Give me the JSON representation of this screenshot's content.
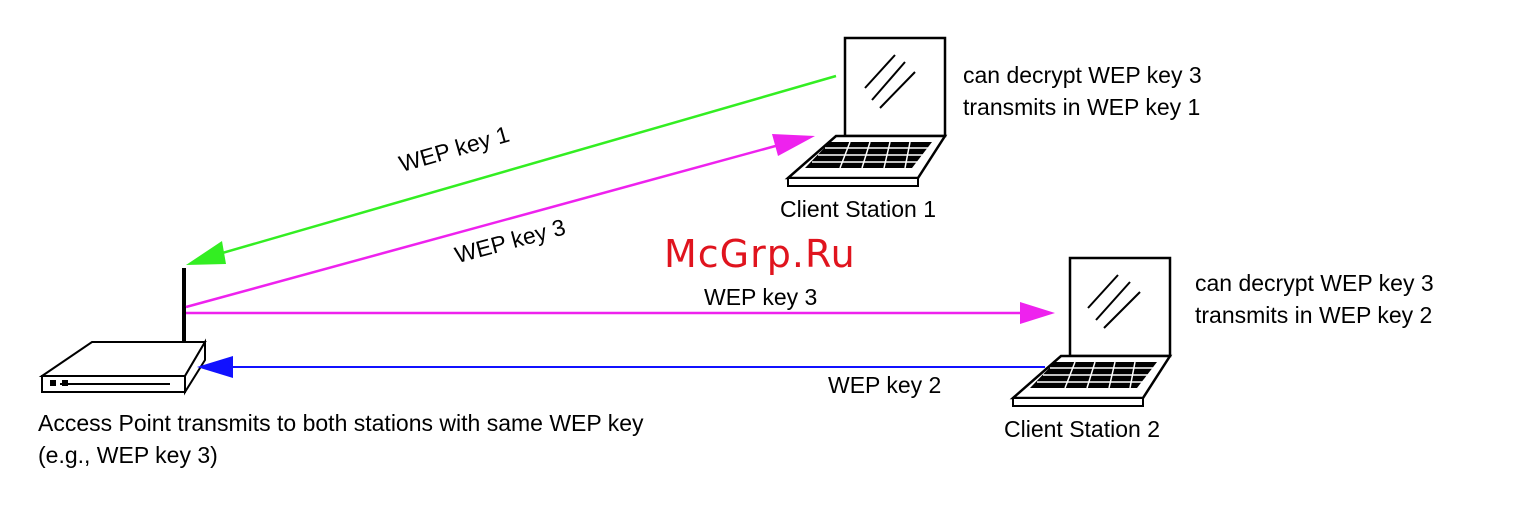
{
  "access_point": {
    "caption_line1": "Access Point transmits to both stations with same WEP key",
    "caption_line2": "(e.g., WEP key 3)"
  },
  "station1": {
    "name": "Client Station 1",
    "note_line1": "can decrypt WEP key 3",
    "note_line2": "transmits in WEP key 1"
  },
  "station2": {
    "name": "Client Station 2",
    "note_line1": "can decrypt WEP key 3",
    "note_line2": "transmits in WEP key 2"
  },
  "links": {
    "s1_to_ap": "WEP key 1",
    "ap_to_s1": "WEP key 3",
    "ap_to_s2": "WEP key 3",
    "s2_to_ap": "WEP key 2"
  },
  "colors": {
    "wep_key_1": "#33ee22",
    "wep_key_3": "#ee22ee",
    "wep_key_2": "#1111ff"
  },
  "watermark": "McGrp.Ru"
}
